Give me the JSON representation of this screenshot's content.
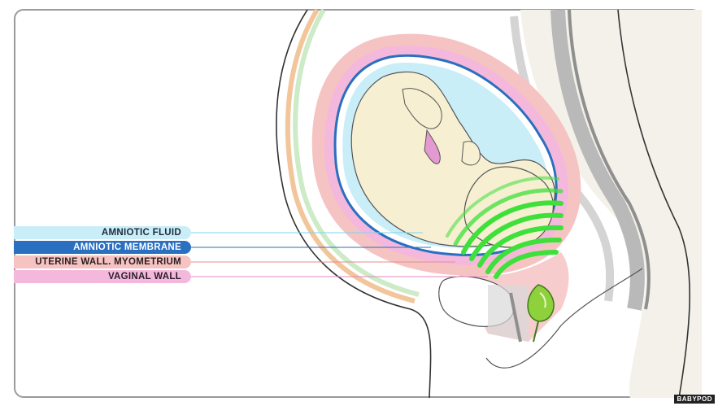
{
  "labels": {
    "amniotic_fluid": "AMNIOTIC FLUID",
    "amniotic_membrane": "AMNIOTIC MEMBRANE",
    "uterine_wall": "UTERINE WALL. MYOMETRIUM",
    "vaginal_wall": "VAGINAL WALL"
  },
  "credit": "BABYPOD",
  "colors": {
    "amniotic_fluid": "#c9eef8",
    "amniotic_membrane": "#2a6fc0",
    "uterine_wall": "#f6c3c3",
    "vaginal_wall": "#f4b8dc",
    "sound_waves": "#3ee03a",
    "speaker": "#8ed13c",
    "fetus": "#f6efd2"
  },
  "icons": {
    "speaker": "speaker-icon",
    "sound_waves": "sound-waves-icon"
  }
}
